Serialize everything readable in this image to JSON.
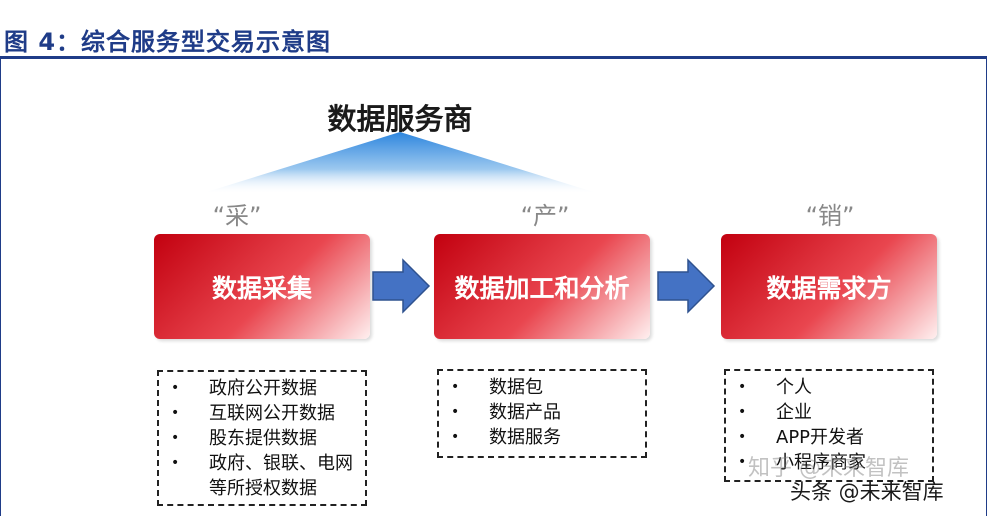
{
  "figure": {
    "title": "图 4：综合服务型交易示意图"
  },
  "top": {
    "label": "数据服务商"
  },
  "stages": [
    {
      "tag": "“采”",
      "label": "数据采集",
      "items": [
        "政府公开数据",
        "互联网公开数据",
        "股东提供数据",
        "政府、银联、电网等所授权数据"
      ]
    },
    {
      "tag": "“产”",
      "label": "数据加工和分析",
      "items": [
        "数据包",
        "数据产品",
        "数据服务"
      ]
    },
    {
      "tag": "“销”",
      "label": "数据需求方",
      "items": [
        "个人",
        "企业",
        "APP开发者",
        "小程序商家"
      ]
    }
  ],
  "watermarks": {
    "line1": "知乎 @未来智库",
    "line2": "头条 @未来智库"
  },
  "colors": {
    "title_blue": "#1f3c88",
    "box_red": "#c2000f",
    "arrow_blue": "#4472c4",
    "fan_blue": "#2e86de"
  }
}
